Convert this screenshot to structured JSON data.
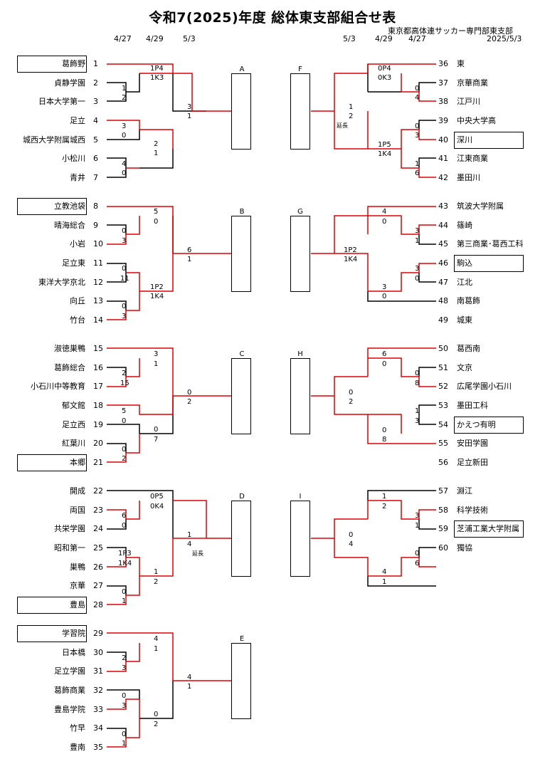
{
  "title": "令和7(2025)年度 総体東支部組合せ表",
  "org": "東京都高体連サッカー専門部東支部",
  "pub_date": "2025/5/3",
  "left_dates": [
    "4/27",
    "4/29",
    "5/3"
  ],
  "right_dates": [
    "5/3",
    "4/29",
    "4/27"
  ],
  "left_teams": [
    {
      "n": "1",
      "name": "葛飾野",
      "boxed": true
    },
    {
      "n": "2",
      "name": "貞静学園"
    },
    {
      "n": "3",
      "name": "日本大学第一"
    },
    {
      "n": "4",
      "name": "足立"
    },
    {
      "n": "5",
      "name": "城西大学附属城西"
    },
    {
      "n": "6",
      "name": "小松川"
    },
    {
      "n": "7",
      "name": "青井"
    },
    {
      "n": "8",
      "name": "立教池袋",
      "boxed": true
    },
    {
      "n": "9",
      "name": "晴海総合"
    },
    {
      "n": "10",
      "name": "小岩"
    },
    {
      "n": "11",
      "name": "足立東"
    },
    {
      "n": "12",
      "name": "東洋大学京北"
    },
    {
      "n": "13",
      "name": "向丘"
    },
    {
      "n": "14",
      "name": "竹台"
    },
    {
      "n": "15",
      "name": "淑徳巣鴨"
    },
    {
      "n": "16",
      "name": "葛飾総合"
    },
    {
      "n": "17",
      "name": "小石川中等教育"
    },
    {
      "n": "18",
      "name": "郁文館"
    },
    {
      "n": "19",
      "name": "足立西"
    },
    {
      "n": "20",
      "name": "紅葉川"
    },
    {
      "n": "21",
      "name": "本郷",
      "boxed": true
    },
    {
      "n": "22",
      "name": "開成"
    },
    {
      "n": "23",
      "name": "両国"
    },
    {
      "n": "24",
      "name": "共栄学園"
    },
    {
      "n": "25",
      "name": "昭和第一"
    },
    {
      "n": "26",
      "name": "巣鴨"
    },
    {
      "n": "27",
      "name": "京華"
    },
    {
      "n": "28",
      "name": "豊島",
      "boxed": true
    },
    {
      "n": "29",
      "name": "学習院",
      "boxed": true
    },
    {
      "n": "30",
      "name": "日本橋"
    },
    {
      "n": "31",
      "name": "足立学園"
    },
    {
      "n": "32",
      "name": "葛飾商業"
    },
    {
      "n": "33",
      "name": "豊島学院"
    },
    {
      "n": "34",
      "name": "竹早"
    },
    {
      "n": "35",
      "name": "豊南"
    }
  ],
  "right_teams": [
    {
      "n": "36",
      "name": "東"
    },
    {
      "n": "37",
      "name": "京華商業"
    },
    {
      "n": "38",
      "name": "江戸川"
    },
    {
      "n": "39",
      "name": "中央大学高"
    },
    {
      "n": "40",
      "name": "深川",
      "boxed": true
    },
    {
      "n": "41",
      "name": "江東商業"
    },
    {
      "n": "42",
      "name": "墨田川"
    },
    {
      "n": "43",
      "name": "筑波大学附属"
    },
    {
      "n": "44",
      "name": "篠崎"
    },
    {
      "n": "45",
      "name": "第三商業･葛西工科"
    },
    {
      "n": "46",
      "name": "駒込",
      "boxed": true
    },
    {
      "n": "47",
      "name": "江北"
    },
    {
      "n": "48",
      "name": "南葛飾"
    },
    {
      "n": "49",
      "name": "城東"
    },
    {
      "n": "50",
      "name": "葛西南"
    },
    {
      "n": "51",
      "name": "文京"
    },
    {
      "n": "52",
      "name": "広尾学園小石川"
    },
    {
      "n": "53",
      "name": "墨田工科"
    },
    {
      "n": "54",
      "name": "かえつ有明",
      "boxed": true
    },
    {
      "n": "55",
      "name": "安田学園"
    },
    {
      "n": "56",
      "name": "足立新田"
    },
    {
      "n": "57",
      "name": "淵江"
    },
    {
      "n": "58",
      "name": "科学技術"
    },
    {
      "n": "59",
      "name": "芝浦工業大学附属",
      "boxed": true
    },
    {
      "n": "60",
      "name": "獨協"
    }
  ],
  "block_labels": [
    "A",
    "B",
    "C",
    "D",
    "E",
    "F",
    "G",
    "H",
    "I"
  ],
  "scores": [
    {
      "t": "1P4"
    },
    {
      "t": "1K3"
    },
    {
      "t": "1"
    },
    {
      "t": "2"
    },
    {
      "t": "3"
    },
    {
      "t": "1"
    },
    {
      "t": "3"
    },
    {
      "t": "0"
    },
    {
      "t": "2"
    },
    {
      "t": "1"
    },
    {
      "t": "4"
    },
    {
      "t": "0"
    },
    {
      "t": "5"
    },
    {
      "t": "0"
    },
    {
      "t": "0"
    },
    {
      "t": "3"
    },
    {
      "t": "6"
    },
    {
      "t": "1"
    },
    {
      "t": "0"
    },
    {
      "t": "11"
    },
    {
      "t": "1P2"
    },
    {
      "t": "1K4"
    },
    {
      "t": "0"
    },
    {
      "t": "3"
    },
    {
      "t": "3"
    },
    {
      "t": "1"
    },
    {
      "t": "2"
    },
    {
      "t": "15"
    },
    {
      "t": "0"
    },
    {
      "t": "2"
    },
    {
      "t": "5"
    },
    {
      "t": "0"
    },
    {
      "t": "0"
    },
    {
      "t": "7"
    },
    {
      "t": "0"
    },
    {
      "t": "2"
    },
    {
      "t": "0P5"
    },
    {
      "t": "0K4"
    },
    {
      "t": "6"
    },
    {
      "t": "0"
    },
    {
      "t": "1"
    },
    {
      "t": "4"
    },
    {
      "t": "延長"
    },
    {
      "t": "1P3"
    },
    {
      "t": "1K4"
    },
    {
      "t": "1"
    },
    {
      "t": "2"
    },
    {
      "t": "0"
    },
    {
      "t": "1"
    },
    {
      "t": "4"
    },
    {
      "t": "1"
    },
    {
      "t": "2"
    },
    {
      "t": "3"
    },
    {
      "t": "4"
    },
    {
      "t": "1"
    },
    {
      "t": "0"
    },
    {
      "t": "3"
    },
    {
      "t": "0"
    },
    {
      "t": "2"
    },
    {
      "t": "0"
    },
    {
      "t": "1"
    },
    {
      "t": "0P4"
    },
    {
      "t": "0K3"
    },
    {
      "t": "0"
    },
    {
      "t": "4"
    },
    {
      "t": "1"
    },
    {
      "t": "2"
    },
    {
      "t": "延長"
    },
    {
      "t": "0"
    },
    {
      "t": "3"
    },
    {
      "t": "1P5"
    },
    {
      "t": "1K4"
    },
    {
      "t": "1"
    },
    {
      "t": "6"
    },
    {
      "t": "4"
    },
    {
      "t": "0"
    },
    {
      "t": "3"
    },
    {
      "t": "1"
    },
    {
      "t": "1P2"
    },
    {
      "t": "1K4"
    },
    {
      "t": "3"
    },
    {
      "t": "0"
    },
    {
      "t": "3"
    },
    {
      "t": "0"
    },
    {
      "t": "6"
    },
    {
      "t": "0"
    },
    {
      "t": "0"
    },
    {
      "t": "8"
    },
    {
      "t": "0"
    },
    {
      "t": "2"
    },
    {
      "t": "1"
    },
    {
      "t": "3"
    },
    {
      "t": "0"
    },
    {
      "t": "8"
    },
    {
      "t": "1"
    },
    {
      "t": "2"
    },
    {
      "t": "3"
    },
    {
      "t": "1"
    },
    {
      "t": "0"
    },
    {
      "t": "4"
    },
    {
      "t": "0"
    },
    {
      "t": "6"
    },
    {
      "t": "4"
    },
    {
      "t": "1"
    }
  ]
}
